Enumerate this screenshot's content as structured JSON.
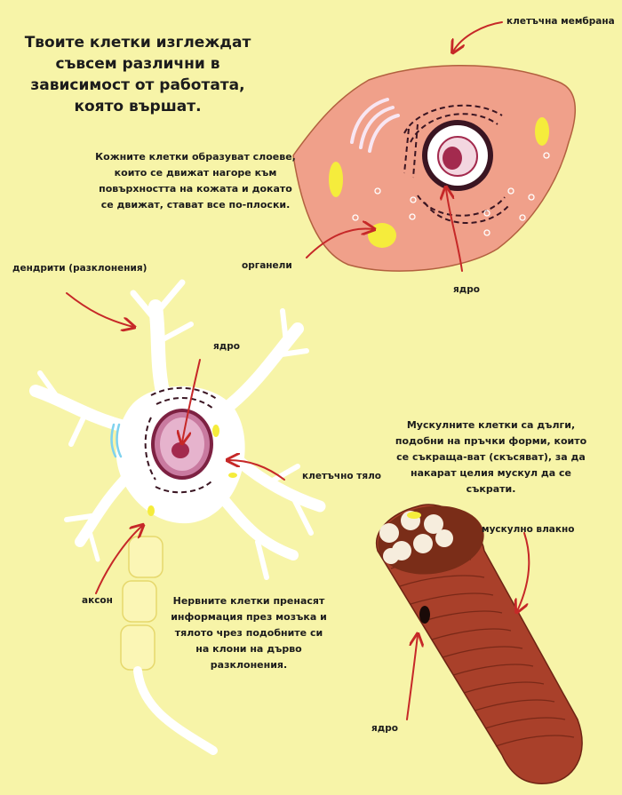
{
  "title": "Твоите клетки изглеждат съвсем различни в зависимост от работата, която вършат.",
  "skin_text": "Кожните клетки образуват слоеве, които се движат нагоре към повърхността на кожата и докато се движат, стават все по-плоски.",
  "nerve_text": "Нервните клетки пренасят информация през мозъка и тялото чрез подобните си на клони на дърво разклонения.",
  "muscle_text": "Мускулните клетки са дълги, подобни на пръчки форми, които се съкраща-ват (скъсяват), за да накарат целия мускул да се съкрати.",
  "labels": {
    "cell_membrane": "клетъчна мембрана",
    "organelles": "органели",
    "skin_nucleus": "ядро",
    "dendrites": "дендрити (разклонения)",
    "nerve_nucleus": "ядро",
    "cell_body": "клетъчно тяло",
    "axon": "аксон",
    "muscle_fiber": "мускулно влакно",
    "muscle_nucleus": "ядро"
  },
  "colors": {
    "background": "#f7f4a8",
    "skin_cell": "#f0a08a",
    "nucleus": "#a32a4e",
    "arrow": "#c62828",
    "muscle": "#a9402a",
    "organelle": "#f5ec3c"
  }
}
